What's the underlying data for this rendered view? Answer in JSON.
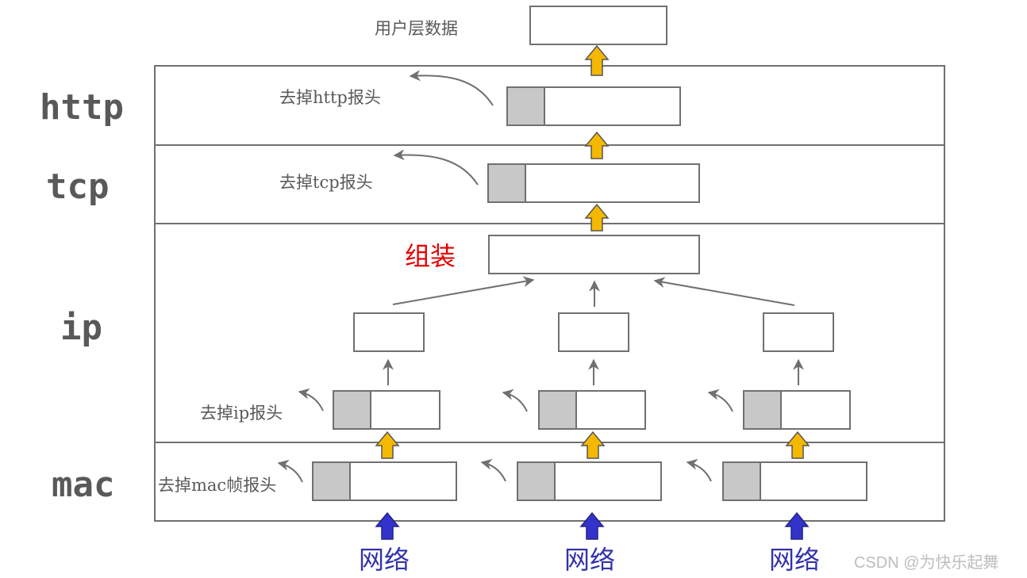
{
  "title": "用户层数据",
  "layers": {
    "http": "http",
    "tcp": "tcp",
    "ip": "ip",
    "mac": "mac"
  },
  "notes": {
    "remove_http": "去掉http报头",
    "remove_tcp": "去掉tcp报头",
    "assemble": "组装",
    "remove_ip": "去掉ip报头",
    "remove_mac": "去掉mac帧报头"
  },
  "network": [
    "网络",
    "网络",
    "网络"
  ],
  "watermark": "CSDN @为快乐起舞",
  "colors": {
    "up_arrow": "#f5b800",
    "net_arrow": "#3333cc",
    "header_fill": "#c8c8c8",
    "border": "#707070",
    "assemble_text": "#e60000"
  }
}
